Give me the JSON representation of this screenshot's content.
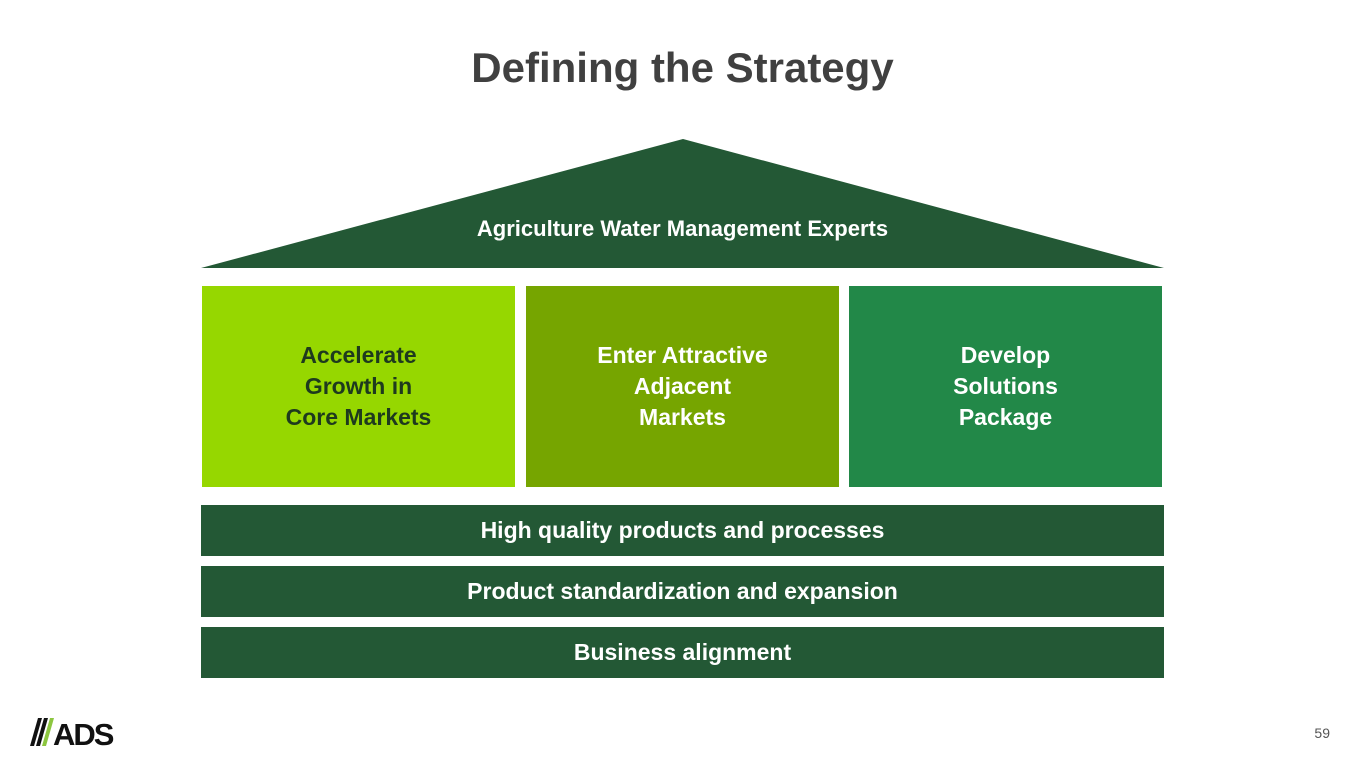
{
  "title": "Defining the Strategy",
  "roof": "Agriculture Water Management Experts",
  "pillars": [
    {
      "label": "Accelerate\nGrowth in\nCore Markets",
      "color": "#96d700",
      "text_color": "#1e3a1e"
    },
    {
      "label": "Enter Attractive\nAdjacent\nMarkets",
      "color": "#76a500",
      "text_color": "#ffffff"
    },
    {
      "label": "Develop\nSolutions\nPackage",
      "color": "#228848",
      "text_color": "#ffffff"
    }
  ],
  "foundation": [
    "High quality products and processes",
    "Product standardization and expansion",
    "Business alignment"
  ],
  "logo": "ADS",
  "page_number": "59",
  "colors": {
    "dark_green": "#235835"
  }
}
